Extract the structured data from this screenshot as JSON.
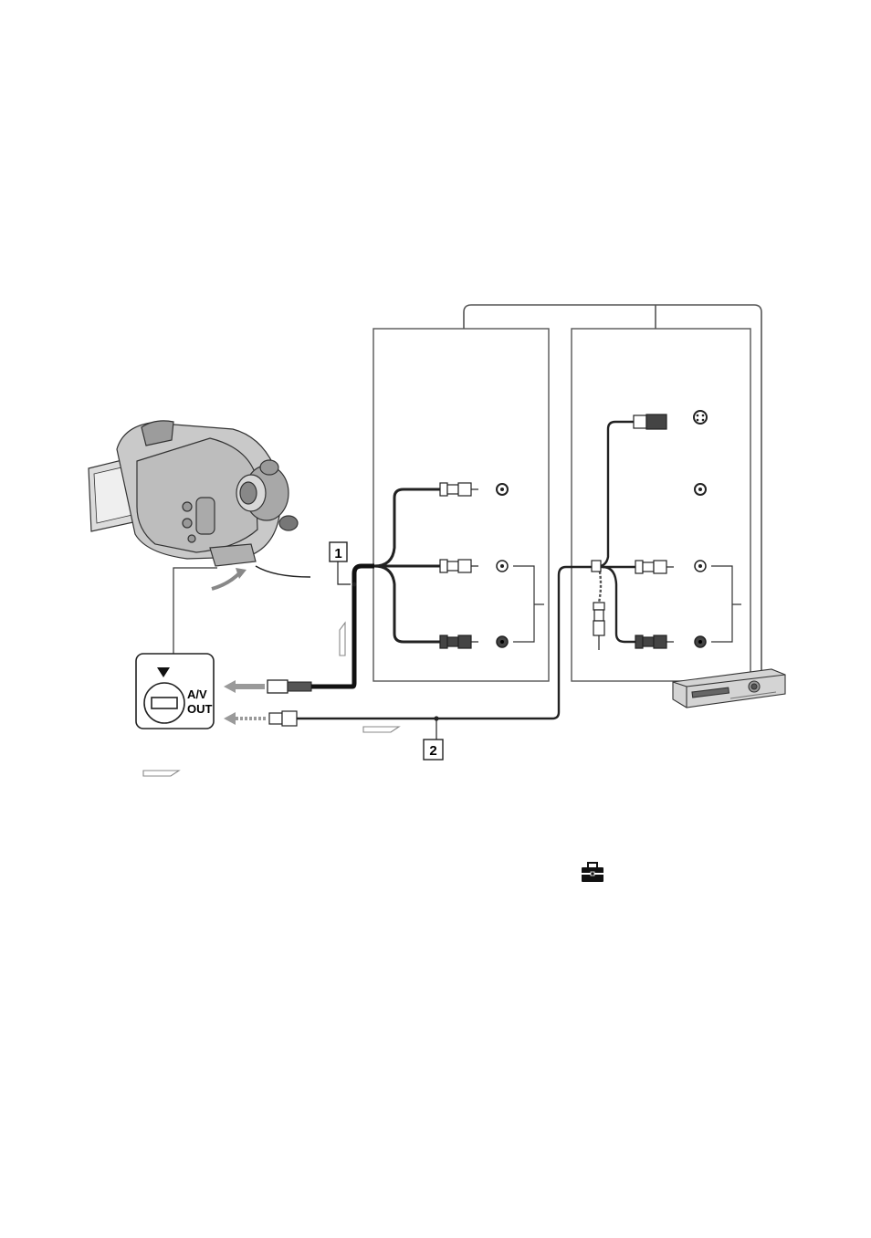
{
  "jack_panel": {
    "line1": "A/V",
    "line2": "OUT"
  },
  "callouts": [
    {
      "number": "1"
    },
    {
      "number": "2"
    }
  ],
  "icons": {
    "jack_cover_arrow": "down-triangle-icon",
    "toolbox": "toolbox-icon",
    "signal_flow": "signal-flow-arrow-icon"
  },
  "colors": {
    "line": "#222222",
    "panel_border": "#555555",
    "grey_arrow": "#9a9a9a"
  }
}
